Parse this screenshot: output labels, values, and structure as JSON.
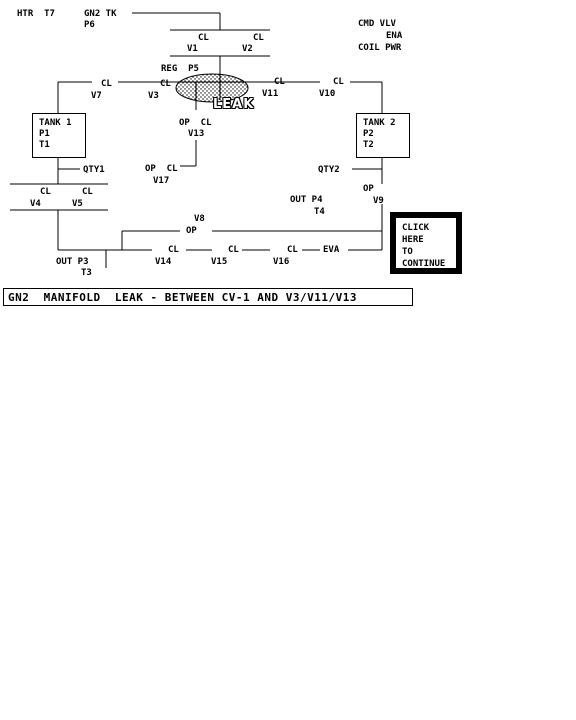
{
  "header": {
    "htr": "HTR  T7",
    "gn2_tank": "GN2 TK",
    "p6": "P6",
    "cmd_vlv": "CMD VLV",
    "ena": "ENA",
    "coil_pwr": "COIL PWR"
  },
  "valves": {
    "v1": {
      "state": "CL",
      "name": "V1"
    },
    "v2": {
      "state": "CL",
      "name": "V2"
    },
    "reg_p5": "REG  P5",
    "v7": {
      "state": "CL",
      "name": "V7"
    },
    "v3": {
      "state": "CL",
      "name": "V3"
    },
    "v11": {
      "state": "CL",
      "name": "V11"
    },
    "v10": {
      "state": "CL",
      "name": "V10"
    },
    "v13": {
      "state": "OP  CL",
      "name": "V13"
    },
    "v17": {
      "state": "OP  CL",
      "name": "V17"
    },
    "v4": {
      "state": "CL",
      "name": "V4"
    },
    "v5": {
      "state": "CL",
      "name": "V5"
    },
    "v9": {
      "state": "OP",
      "name": "V9"
    },
    "v8": {
      "state": "OP",
      "name": "V8"
    },
    "v14": {
      "state": "CL",
      "name": "V14"
    },
    "v15": {
      "state": "CL",
      "name": "V15"
    },
    "v16": {
      "state": "CL",
      "name": "V16"
    }
  },
  "leak_label": "LEAK",
  "tank1": {
    "title": "TANK 1",
    "p": "P1",
    "t": "T1",
    "qty": "QTY1"
  },
  "tank2": {
    "title": "TANK 2",
    "p": "P2",
    "t": "T2",
    "qty": "QTY2"
  },
  "outputs": {
    "out_p4": "OUT P4",
    "t4": "T4",
    "out_p3": "OUT P3",
    "t3": "T3",
    "eva": "EVA"
  },
  "continue_button": {
    "line1": "CLICK",
    "line2": "HERE",
    "line3": "TO",
    "line4": "CONTINUE"
  },
  "status_banner": "GN2  MANIFOLD  LEAK - BETWEEN CV-1 AND V3/V11/V13"
}
